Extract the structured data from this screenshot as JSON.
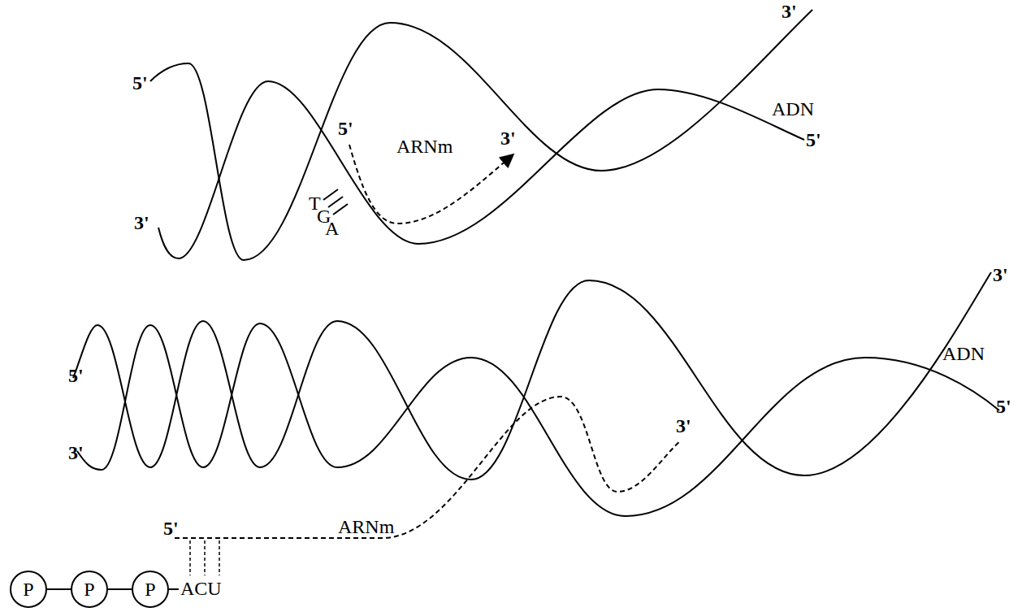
{
  "diagram": {
    "nodes": [
      {
        "text": [
          "P"
        ]
      },
      {
        "text": [
          "P"
        ]
      },
      {
        "text": [
          "P"
        ]
      }
    ],
    "edges": [
      {
        "from": 0,
        "to": 1,
        "arrow": "none"
      },
      {
        "from": 1,
        "to": 2,
        "arrow": "none"
      }
    ],
    "labels": [
      "5'",
      "3'",
      "5'",
      "3'",
      "ARNm",
      "ADN",
      "5'",
      "3'",
      "T",
      "G",
      "A",
      "3'",
      "ADN",
      "5'",
      "5'",
      "3'",
      "3'",
      "5'",
      "ARNm",
      "ACU"
    ]
  }
}
